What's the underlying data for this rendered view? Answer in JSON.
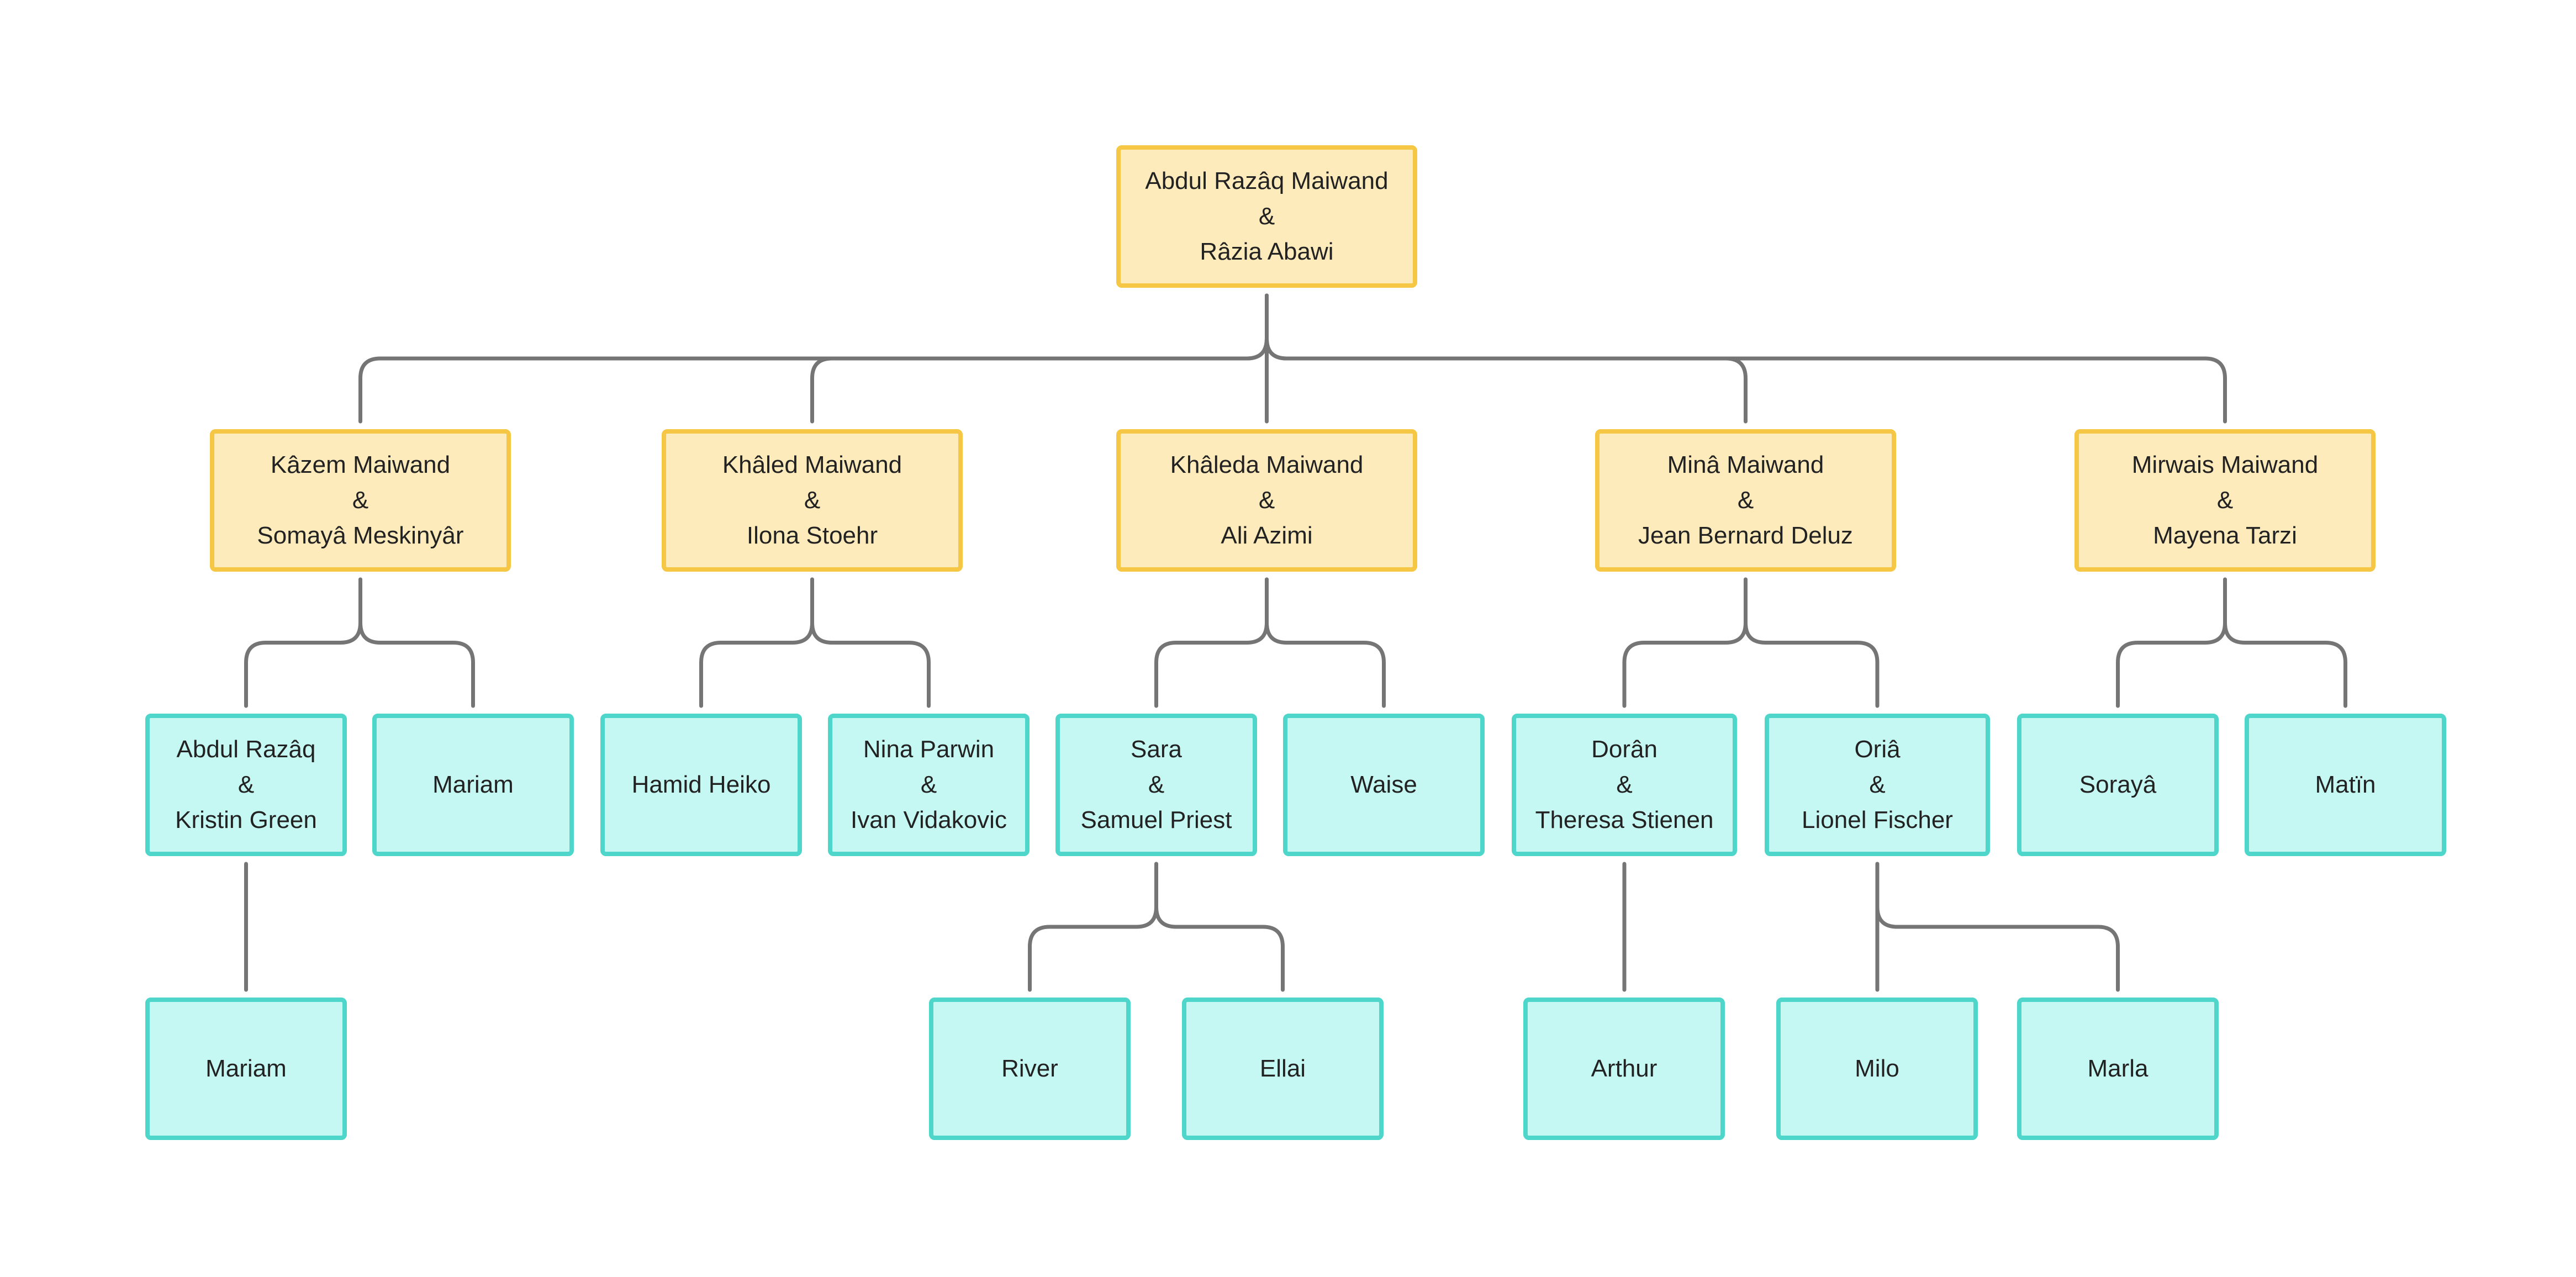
{
  "colors": {
    "elder_fill": "#FEEBBC",
    "elder_border": "#F6C744",
    "young_fill": "#C6F8F3",
    "young_border": "#4FD6CA",
    "connector": "#757575"
  },
  "nodes": [
    {
      "id": "root",
      "parent": null,
      "gen": "elder",
      "lines": [
        "Abdul Razâq Maiwand",
        "&",
        "Râzia Abawi"
      ]
    },
    {
      "id": "kazem",
      "parent": "root",
      "gen": "elder",
      "lines": [
        "Kâzem Maiwand",
        "&",
        "Somayâ Meskinyâr"
      ]
    },
    {
      "id": "khaled",
      "parent": "root",
      "gen": "elder",
      "lines": [
        "Khâled Maiwand",
        "&",
        "Ilona Stoehr"
      ]
    },
    {
      "id": "khaleda",
      "parent": "root",
      "gen": "elder",
      "lines": [
        "Khâleda Maiwand",
        "&",
        "Ali Azimi"
      ]
    },
    {
      "id": "mina",
      "parent": "root",
      "gen": "elder",
      "lines": [
        "Minâ Maiwand",
        "&",
        "Jean Bernard Deluz"
      ]
    },
    {
      "id": "mirwais",
      "parent": "root",
      "gen": "elder",
      "lines": [
        "Mirwais Maiwand",
        "&",
        "Mayena Tarzi"
      ]
    },
    {
      "id": "abdul2",
      "parent": "kazem",
      "gen": "young",
      "lines": [
        "Abdul Razâq",
        "&",
        "Kristin Green"
      ]
    },
    {
      "id": "mariam1",
      "parent": "kazem",
      "gen": "young",
      "lines": [
        "Mariam"
      ]
    },
    {
      "id": "hamid",
      "parent": "khaled",
      "gen": "young",
      "lines": [
        "Hamid Heiko"
      ]
    },
    {
      "id": "nina",
      "parent": "khaled",
      "gen": "young",
      "lines": [
        "Nina Parwin",
        "&",
        "Ivan Vidakovic"
      ]
    },
    {
      "id": "sara",
      "parent": "khaleda",
      "gen": "young",
      "lines": [
        "Sara",
        "&",
        "Samuel Priest"
      ]
    },
    {
      "id": "waise",
      "parent": "khaleda",
      "gen": "young",
      "lines": [
        "Waise"
      ]
    },
    {
      "id": "doran",
      "parent": "mina",
      "gen": "young",
      "lines": [
        "Dorân",
        "&",
        "Theresa Stienen"
      ]
    },
    {
      "id": "oria",
      "parent": "mina",
      "gen": "young",
      "lines": [
        "Oriâ",
        "&",
        "Lionel Fischer"
      ]
    },
    {
      "id": "soraya",
      "parent": "mirwais",
      "gen": "young",
      "lines": [
        "Sorayâ"
      ]
    },
    {
      "id": "matin",
      "parent": "mirwais",
      "gen": "young",
      "lines": [
        "Matïn"
      ]
    },
    {
      "id": "mariam2",
      "parent": "abdul2",
      "gen": "young",
      "lines": [
        "Mariam"
      ]
    },
    {
      "id": "river",
      "parent": "sara",
      "gen": "young",
      "lines": [
        "River"
      ]
    },
    {
      "id": "ellai",
      "parent": "sara",
      "gen": "young",
      "lines": [
        "Ellai"
      ]
    },
    {
      "id": "arthur",
      "parent": "doran",
      "gen": "young",
      "lines": [
        "Arthur"
      ]
    },
    {
      "id": "milo",
      "parent": "oria",
      "gen": "young",
      "lines": [
        "Milo"
      ]
    },
    {
      "id": "marla",
      "parent": "oria",
      "gen": "young",
      "lines": [
        "Marla"
      ]
    }
  ]
}
